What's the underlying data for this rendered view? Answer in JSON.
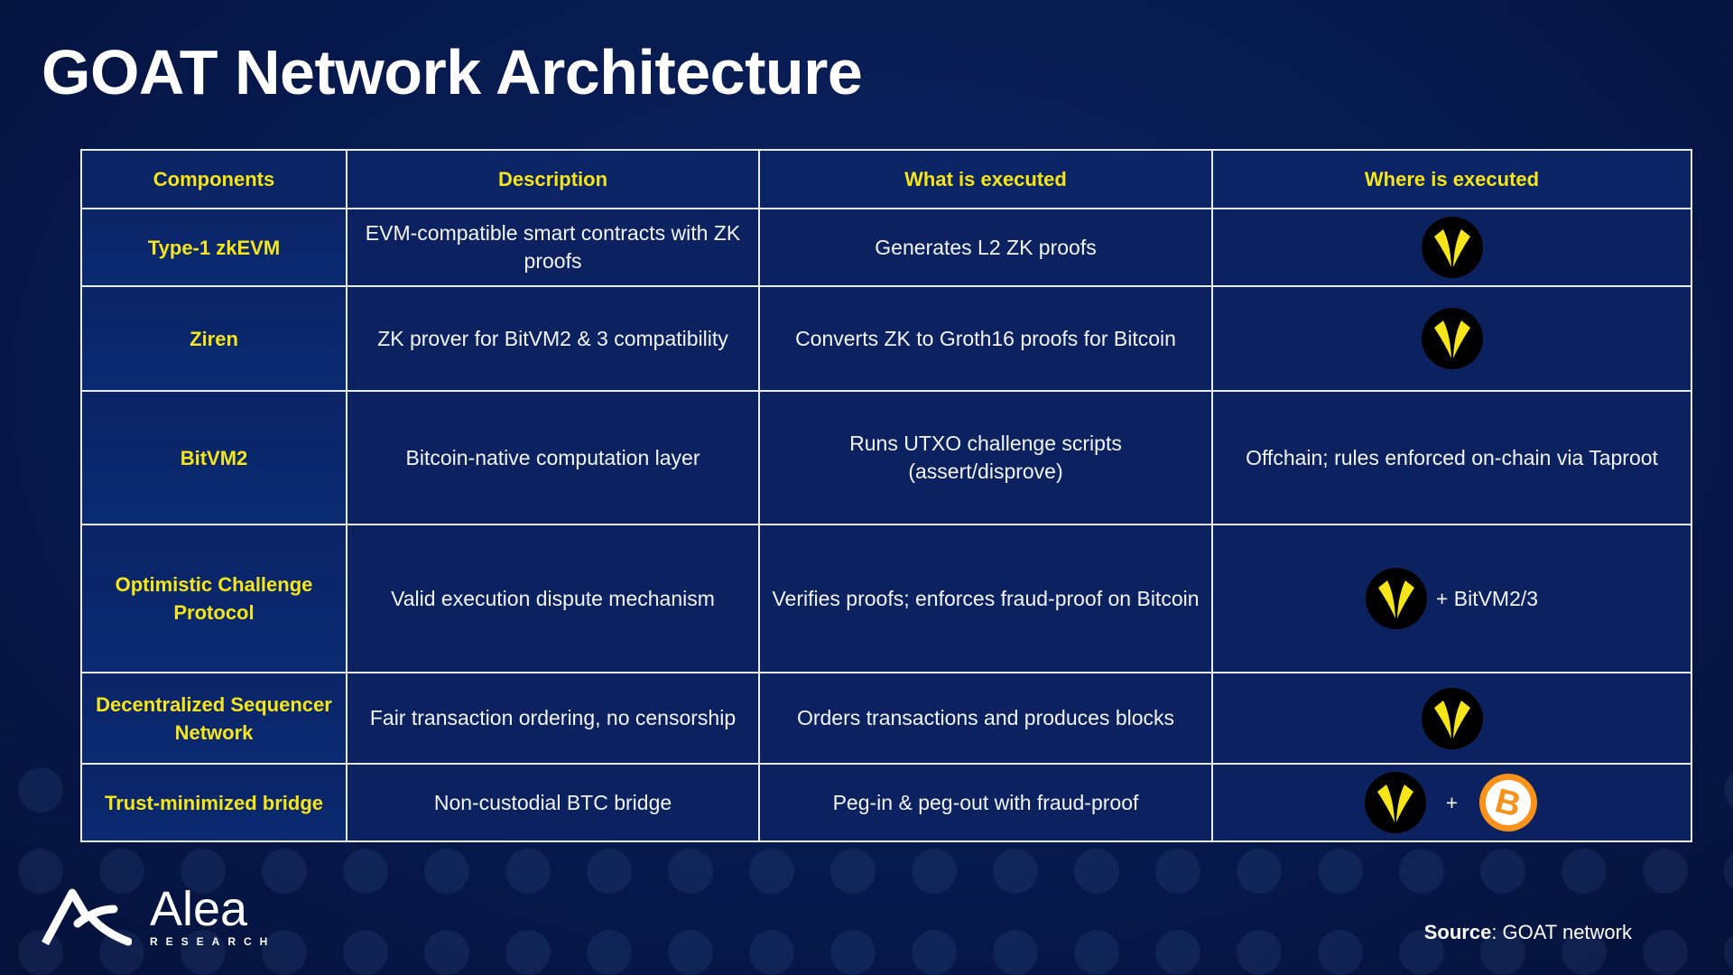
{
  "title": "GOAT Network Architecture",
  "table": {
    "headers": [
      "Components",
      "Description",
      "What is executed",
      "Where is executed"
    ],
    "rows": [
      {
        "component": "Type-1 zkEVM",
        "description": "EVM-compatible smart contracts with ZK proofs",
        "executed": "Generates L2 ZK proofs",
        "where_icons": [
          "goat-logo"
        ]
      },
      {
        "component": "Ziren",
        "description": "ZK prover for BitVM2 & 3 compatibility",
        "executed": "Converts ZK to Groth16 proofs for Bitcoin",
        "where_icons": [
          "goat-logo"
        ]
      },
      {
        "component": "BitVM2",
        "description": "Bitcoin-native computation layer",
        "executed": "Runs UTXO challenge scripts (assert/disprove)",
        "where_text": "Offchain; rules enforced on-chain via Taproot"
      },
      {
        "component": "Optimistic Challenge Protocol",
        "description": "Valid execution dispute mechanism",
        "executed": "Verifies proofs; enforces fraud-proof on Bitcoin",
        "where_icons": [
          "goat-logo"
        ],
        "where_text": "+ BitVM2/3"
      },
      {
        "component": "Decentralized Sequencer Network",
        "description": "Fair transaction ordering, no censorship",
        "executed": "Orders transactions and produces blocks",
        "where_icons": [
          "goat-logo"
        ]
      },
      {
        "component": "Trust-minimized bridge",
        "description": "Non-custodial BTC bridge",
        "executed": "Peg-in & peg-out with fraud-proof",
        "where_icons": [
          "goat-logo",
          "bitcoin-logo"
        ],
        "where_plus": "+"
      }
    ]
  },
  "logo": {
    "name": "Alea",
    "sub": "RESEARCH"
  },
  "source": {
    "label": "Source",
    "value": ": GOAT network"
  },
  "colors": {
    "accent": "#f6e51b",
    "background": "#071a4e",
    "bitcoin": "#f7931a"
  }
}
